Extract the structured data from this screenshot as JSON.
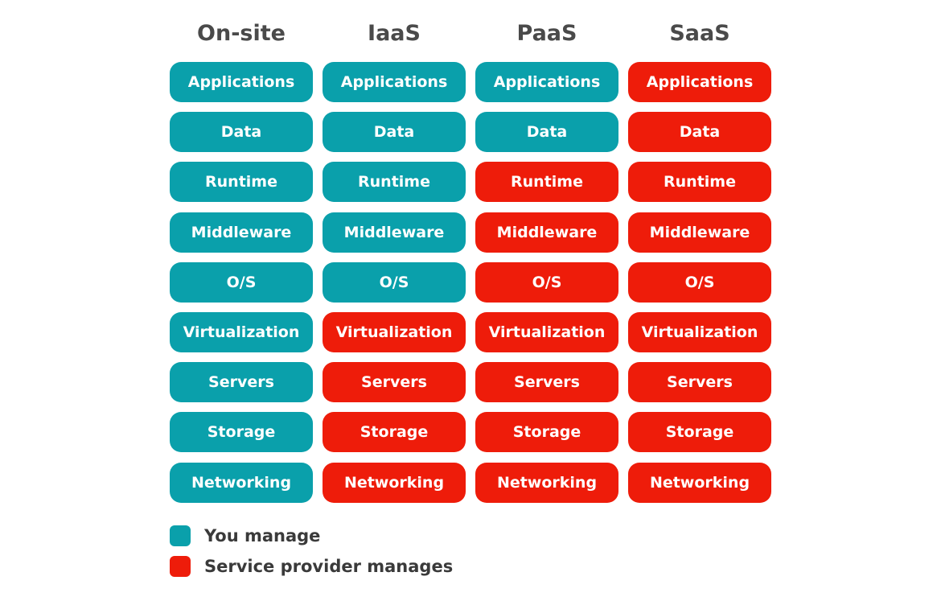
{
  "colors": {
    "you_manage": "#0aa0ab",
    "provider_manages": "#ee1c0a"
  },
  "columns": [
    {
      "header": "On-site",
      "layers": [
        {
          "label": "Applications",
          "managed_by": "you"
        },
        {
          "label": "Data",
          "managed_by": "you"
        },
        {
          "label": "Runtime",
          "managed_by": "you"
        },
        {
          "label": "Middleware",
          "managed_by": "you"
        },
        {
          "label": "O/S",
          "managed_by": "you"
        },
        {
          "label": "Virtualization",
          "managed_by": "you"
        },
        {
          "label": "Servers",
          "managed_by": "you"
        },
        {
          "label": "Storage",
          "managed_by": "you"
        },
        {
          "label": "Networking",
          "managed_by": "you"
        }
      ]
    },
    {
      "header": "IaaS",
      "layers": [
        {
          "label": "Applications",
          "managed_by": "you"
        },
        {
          "label": "Data",
          "managed_by": "you"
        },
        {
          "label": "Runtime",
          "managed_by": "you"
        },
        {
          "label": "Middleware",
          "managed_by": "you"
        },
        {
          "label": "O/S",
          "managed_by": "you"
        },
        {
          "label": "Virtualization",
          "managed_by": "provider"
        },
        {
          "label": "Servers",
          "managed_by": "provider"
        },
        {
          "label": "Storage",
          "managed_by": "provider"
        },
        {
          "label": "Networking",
          "managed_by": "provider"
        }
      ]
    },
    {
      "header": "PaaS",
      "layers": [
        {
          "label": "Applications",
          "managed_by": "you"
        },
        {
          "label": "Data",
          "managed_by": "you"
        },
        {
          "label": "Runtime",
          "managed_by": "provider"
        },
        {
          "label": "Middleware",
          "managed_by": "provider"
        },
        {
          "label": "O/S",
          "managed_by": "provider"
        },
        {
          "label": "Virtualization",
          "managed_by": "provider"
        },
        {
          "label": "Servers",
          "managed_by": "provider"
        },
        {
          "label": "Storage",
          "managed_by": "provider"
        },
        {
          "label": "Networking",
          "managed_by": "provider"
        }
      ]
    },
    {
      "header": "SaaS",
      "layers": [
        {
          "label": "Applications",
          "managed_by": "provider"
        },
        {
          "label": "Data",
          "managed_by": "provider"
        },
        {
          "label": "Runtime",
          "managed_by": "provider"
        },
        {
          "label": "Middleware",
          "managed_by": "provider"
        },
        {
          "label": "O/S",
          "managed_by": "provider"
        },
        {
          "label": "Virtualization",
          "managed_by": "provider"
        },
        {
          "label": "Servers",
          "managed_by": "provider"
        },
        {
          "label": "Storage",
          "managed_by": "provider"
        },
        {
          "label": "Networking",
          "managed_by": "provider"
        }
      ]
    }
  ],
  "legend": {
    "you": "You manage",
    "provider": "Service provider manages"
  }
}
